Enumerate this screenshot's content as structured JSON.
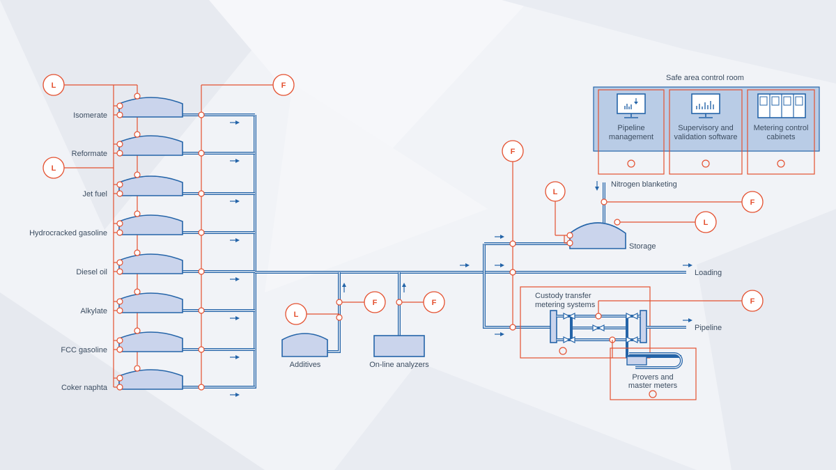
{
  "tanks": [
    "Isomerate",
    "Reformate",
    "Jet fuel",
    "Hydrocracked gasoline",
    "Diesel oil",
    "Alkylate",
    "FCC gasoline",
    "Coker naphta"
  ],
  "instrument_letters": {
    "level": "L",
    "flow": "F"
  },
  "units": {
    "additives": "Additives",
    "analyzers": "On-line analyzers",
    "storage": "Storage",
    "loading": "Loading",
    "pipeline": "Pipeline",
    "nitrogen": "Nitrogen blanketing",
    "custody_line1": "Custody transfer",
    "custody_line2": "metering systems",
    "provers_line1": "Provers and",
    "provers_line2": "master meters"
  },
  "control_room": {
    "title": "Safe area control room",
    "panels": [
      {
        "line1": "Pipeline",
        "line2": "management",
        "icon": "monitor-chart-icon"
      },
      {
        "line1": "Supervisory and",
        "line2": "validation software",
        "icon": "monitor-bars-icon"
      },
      {
        "line1": "Metering control",
        "line2": "cabinets",
        "icon": "cabinet-icon"
      }
    ]
  },
  "colors": {
    "pipe": "#2464a8",
    "signal": "#e4502f",
    "tank_fill": "#cad4ec",
    "panel": "#b9cce6",
    "text": "#3b4c60"
  }
}
